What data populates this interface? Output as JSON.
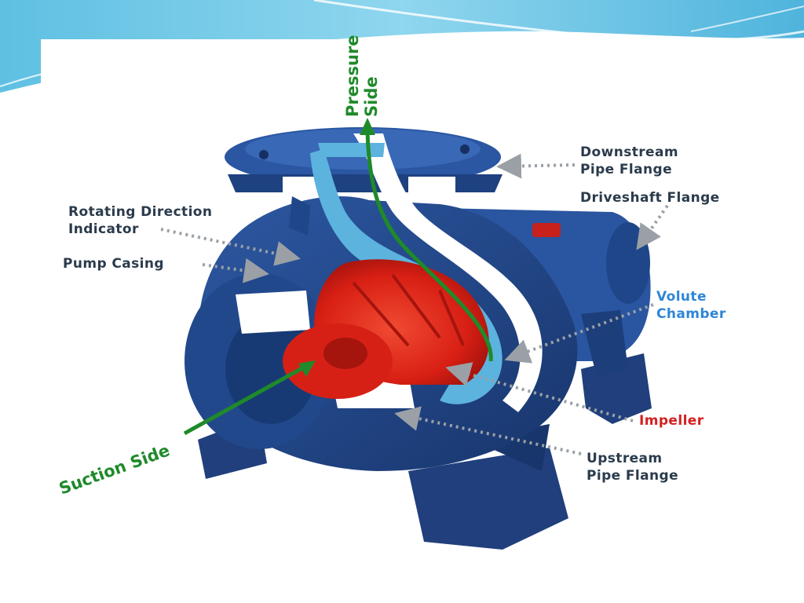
{
  "colors": {
    "slide_accent": "#6cc8e6",
    "casing": "#234a8e",
    "volute": "#5cb3de",
    "impeller": "#e02418",
    "flow_arrow": "#1f8a2a",
    "pointer": "#9aa0a6",
    "label_text": "#2a3b4c",
    "volute_label": "#2e86d6",
    "impeller_label": "#d42020"
  },
  "labels": {
    "pressure_side": [
      "Pressure",
      "Side"
    ],
    "suction_side": "Suction Side",
    "downstream_pipe_flange": [
      "Downstream",
      "Pipe Flange"
    ],
    "driveshaft_flange": "Driveshaft Flange",
    "rotating_direction_indicator": [
      "Rotating Direction",
      "Indicator"
    ],
    "pump_casing": "Pump Casing",
    "volute_chamber": [
      "Volute",
      "Chamber"
    ],
    "impeller": "Impeller",
    "upstream_pipe_flange": [
      "Upstream",
      "Pipe Flange"
    ]
  }
}
